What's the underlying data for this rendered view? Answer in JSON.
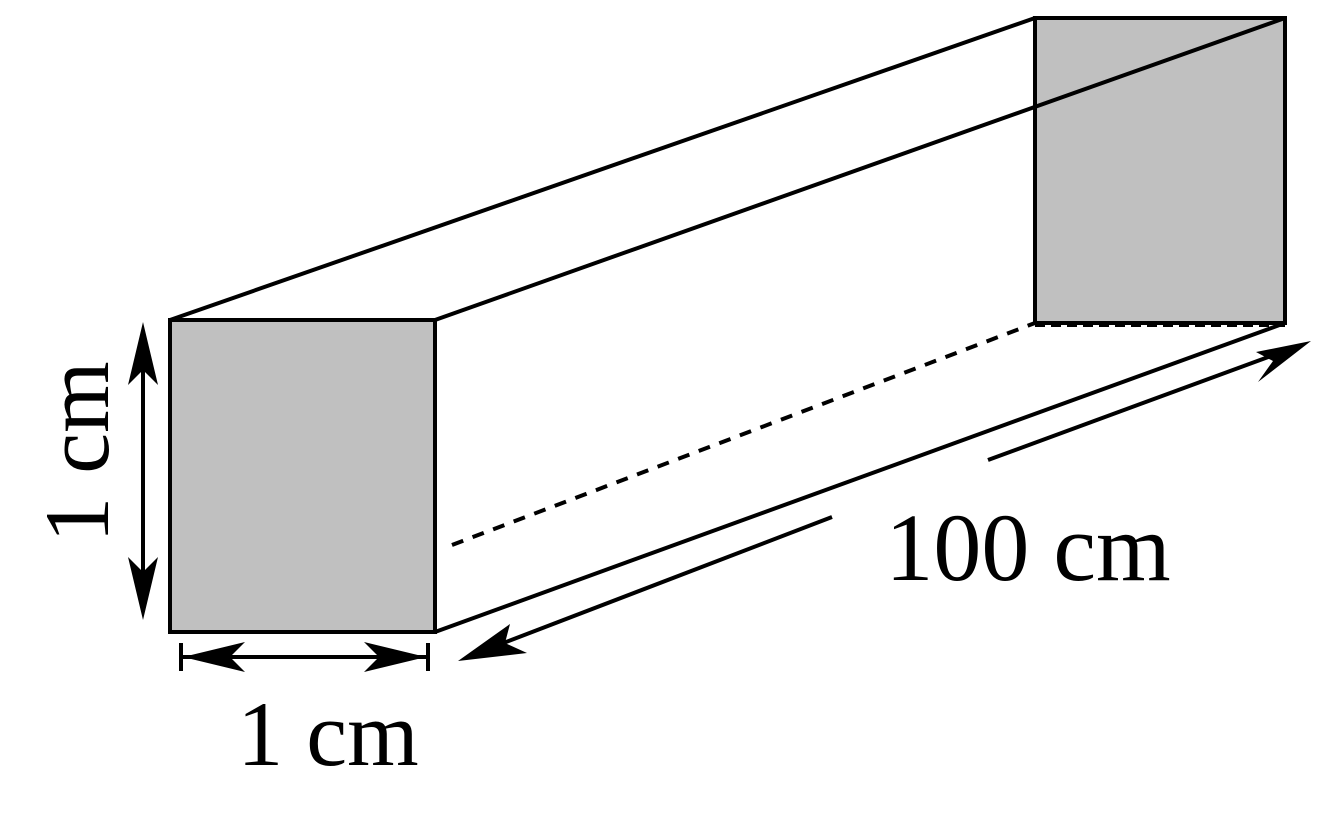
{
  "diagram": {
    "title": "Square prism (rod) dimensions",
    "labels": {
      "height": "1 cm",
      "width": "1 cm",
      "length": "100 cm"
    },
    "colors": {
      "face_fill": "#c0c0c0",
      "stroke": "#000000"
    }
  }
}
